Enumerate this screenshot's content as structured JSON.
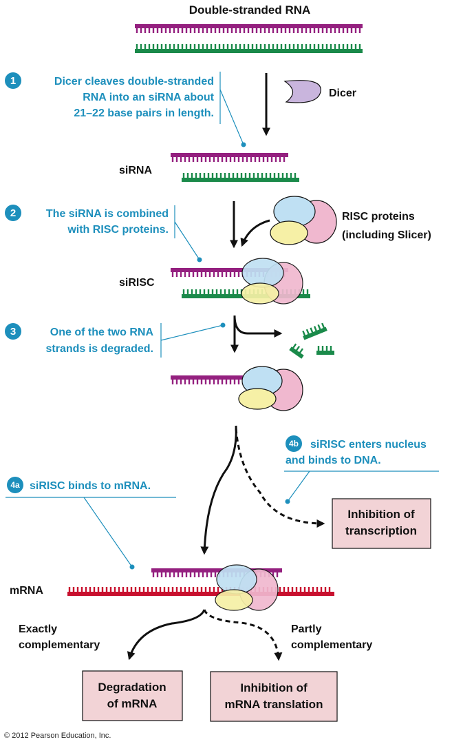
{
  "title": "Double-stranded RNA",
  "labels": {
    "dicer": "Dicer",
    "sirna": "siRNA",
    "risc_line1": "RISC proteins",
    "risc_line2": "(including Slicer)",
    "sirisc": "siRISC",
    "mrna": "mRNA",
    "exact_line1": "Exactly",
    "exact_line2": "complementary",
    "partly_line1": "Partly",
    "partly_line2": "complementary"
  },
  "steps": {
    "s1": {
      "num": "1",
      "lines": [
        "Dicer cleaves double-stranded",
        "RNA into an siRNA about",
        "21–22 base pairs in length."
      ]
    },
    "s2": {
      "num": "2",
      "lines": [
        "The siRNA is combined",
        "with RISC proteins."
      ]
    },
    "s3": {
      "num": "3",
      "lines": [
        "One of the two RNA",
        "strands is degraded."
      ]
    },
    "s4a": {
      "num": "4a",
      "lines": [
        "siRISC binds to mRNA."
      ]
    },
    "s4b": {
      "num": "4b",
      "lines": [
        "siRISC enters nucleus",
        "and binds to DNA."
      ]
    }
  },
  "boxes": {
    "transcription": [
      "Inhibition of",
      "transcription"
    ],
    "degradation": [
      "Degradation",
      "of mRNA"
    ],
    "translation": [
      "Inhibition of",
      "mRNA translation"
    ]
  },
  "copyright": "© 2012 Pearson Education, Inc.",
  "colors": {
    "purple_strand": "#94207f",
    "green_strand": "#1a8a4a",
    "red_strand": "#c8102e",
    "step_blue": "#1d8fbc",
    "protein_blue": "#bfe0f3",
    "protein_pink": "#f0b8cf",
    "protein_yellow": "#f6f0a6",
    "dicer_lavender": "#c9b5dd",
    "box_fill": "#f2d3d6"
  }
}
